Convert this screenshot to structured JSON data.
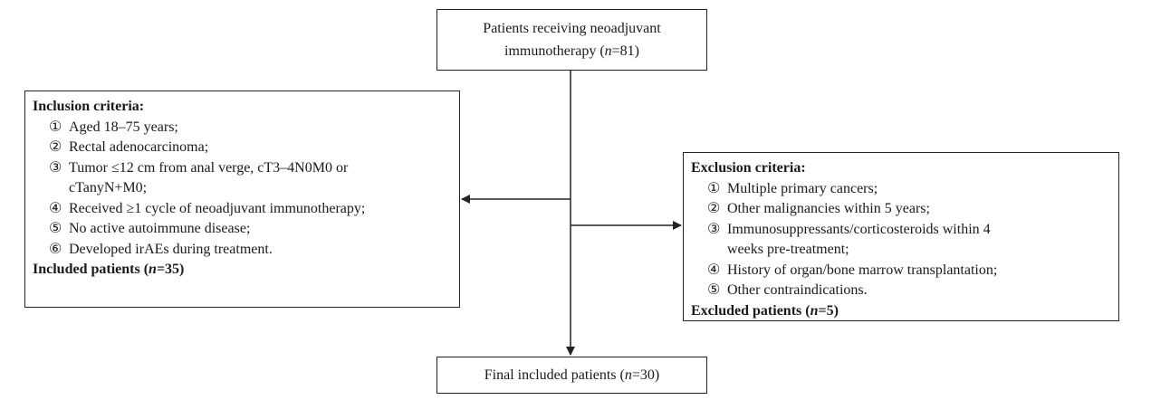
{
  "top_box": {
    "line1": "Patients receiving neoadjuvant",
    "line2_prefix": "immunotherapy (",
    "n_label": "n",
    "line2_suffix": "=81)"
  },
  "inclusion": {
    "header": "Inclusion criteria:",
    "items": [
      {
        "num": "①",
        "text": "Aged 18–75 years;"
      },
      {
        "num": "②",
        "text": "Rectal adenocarcinoma;"
      },
      {
        "num": "③",
        "text": "Tumor ≤12 cm from anal verge, cT3–4N0M0 or",
        "cont": "cTanyN+M0;"
      },
      {
        "num": "④",
        "text": "Received ≥1 cycle of neoadjuvant immunotherapy;"
      },
      {
        "num": "⑤",
        "text": "No active autoimmune disease;"
      },
      {
        "num": "⑥",
        "text": "Developed irAEs during treatment."
      }
    ],
    "footer_prefix": "Included patients (",
    "footer_n": "n",
    "footer_suffix": "=35)"
  },
  "exclusion": {
    "header": "Exclusion criteria:",
    "items": [
      {
        "num": "①",
        "text": "Multiple primary cancers;"
      },
      {
        "num": "②",
        "text": "Other malignancies within 5 years;"
      },
      {
        "num": "③",
        "text": "Immunosuppressants/corticosteroids within 4",
        "cont": "weeks pre-treatment;"
      },
      {
        "num": "④",
        "text": "History of organ/bone marrow transplantation;"
      },
      {
        "num": "⑤",
        "text": "Other contraindications."
      }
    ],
    "footer_prefix": "Excluded patients (",
    "footer_n": "n",
    "footer_suffix": "=5)"
  },
  "bottom_box": {
    "prefix": "Final included patients (",
    "n_label": "n",
    "suffix": "=30)"
  },
  "colors": {
    "line": "#222222",
    "text": "#1a1a1a"
  }
}
